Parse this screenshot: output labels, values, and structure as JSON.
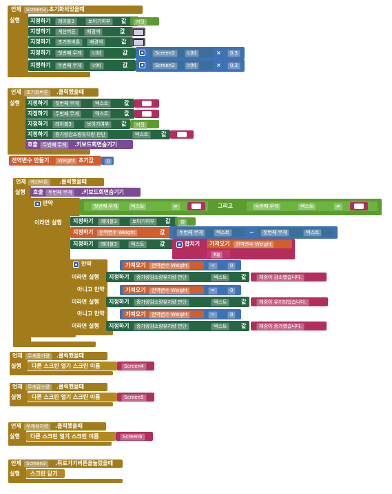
{
  "kw": {
    "when": "언제",
    "do": "실행",
    "set": "지정하기",
    "to": "값",
    "call": "호출",
    "if": "만약",
    "then": "이라면 실행",
    "elseif": "아니고 만약",
    "get": "가져오기",
    "join": "합치기",
    "and": "그리고",
    "minus": "−",
    "times": "×",
    "eq": "=",
    "ne": "≠",
    "lt": "<",
    "gt": ">",
    "open_screen": "다른 스크린 열기  스크린 이름",
    "close_screen": "스크린 닫기",
    "init_global": "전역변수 만들기",
    "init_value": "초기값",
    "global_prefix": "전역변수"
  },
  "events": [
    {
      "component": "Screen3",
      "event": ".초기화되었을때",
      "statements": [
        {
          "target": "레이블3",
          "prop": "보이기여부",
          "value_kind": "bool",
          "value": "거짓"
        },
        {
          "target": "계산버튼",
          "prop": "배경색",
          "value_kind": "color",
          "color": "#cfd0e6"
        },
        {
          "target": "초기화버튼",
          "prop": "배경색",
          "value_kind": "color",
          "color": "#cfd0e6"
        },
        {
          "target": "첫번째 무게",
          "prop": "너비",
          "value_kind": "math",
          "component": "Screen3",
          "cprop": "너비",
          "factor": "0.3"
        },
        {
          "target": "두번째 무게",
          "prop": "너비",
          "value_kind": "math",
          "component": "Screen3",
          "cprop": "너비",
          "factor": "0.3"
        }
      ]
    },
    {
      "component": "초기화버튼",
      "event": ".클릭했을때",
      "statements": [
        {
          "target": "첫번째 무게",
          "prop": "텍스트",
          "value_kind": "text",
          "value": ""
        },
        {
          "target": "두번째 무게",
          "prop": "텍스트",
          "value_kind": "text",
          "value": ""
        },
        {
          "target": "레이블3",
          "prop": "보이기여부",
          "value_kind": "bool",
          "value": "거짓"
        },
        {
          "target": "증가량감소량유지량 판단",
          "prop": "텍스트",
          "value_kind": "text",
          "value": ""
        }
      ],
      "call": {
        "target": "두번째 무게",
        "method": ".키보드회면숨기기"
      }
    },
    {
      "component": "계산버튼",
      "event": ".클릭했을때",
      "call": {
        "target": "두번째 무게",
        "method": ".키보드회면숨기기"
      },
      "if_cond": {
        "left": {
          "target": "첫번째 무게",
          "prop": "텍스트",
          "op": "≠",
          "value": ""
        },
        "right": {
          "target": "두번째 무게",
          "prop": "텍스트",
          "op": "≠",
          "value": ""
        }
      },
      "then": [
        {
          "target": "레이블3",
          "prop": "보이기여부",
          "value_kind": "bool",
          "value": "참"
        },
        {
          "target": "전역변수 Weight",
          "kind": "global",
          "a_target": "두번째 무게",
          "a_prop": "텍스트",
          "b_target": "첫번째 무게",
          "b_prop": "텍스트"
        },
        {
          "target": "레이블3",
          "prop": "텍스트",
          "join_var": "전역변수 Weight",
          "join_text": "Kg"
        }
      ],
      "branches": [
        {
          "keyword": "if",
          "var": "전역변수 Weight",
          "op": "<",
          "num": "0",
          "target": "증가량감소량유지량 판단",
          "prop": "텍스트",
          "text": "체중이 감소했습니다."
        },
        {
          "keyword": "elseif",
          "var": "전역변수 Weight",
          "op": "=",
          "num": "0",
          "target": "증가량감소량유지량 판단",
          "prop": "텍스트",
          "text": "체중이 유지되었습니다."
        },
        {
          "keyword": "elseif",
          "var": "전역변수 Weight",
          "op": ">",
          "num": "0",
          "target": "증가량감소량유지량 판단",
          "prop": "텍스트",
          "text": "체중이 증가했습니다."
        }
      ]
    },
    {
      "component": "무게증가량",
      "event": ".클릭했을때",
      "screen": "Screen4"
    },
    {
      "component": "무게감소량",
      "event": ".클릭했을때",
      "screen": "Screen5"
    },
    {
      "component": "무게유지량",
      "event": ".클릭했을때",
      "screen": "Screen6"
    },
    {
      "component": "Screen3",
      "event": ".뒤로가기버튼을눌렀을때"
    }
  ],
  "global_var": {
    "name": "Weight",
    "value": "0"
  },
  "colors": {
    "event": "#a27c1b",
    "set": "#266643",
    "logic": "#5a9d2e",
    "text": "#b32d5e",
    "math": "#3f71b5",
    "variable": "#d05f2d",
    "procedure": "#7b4b94",
    "color_block": "#5a5a5a"
  }
}
